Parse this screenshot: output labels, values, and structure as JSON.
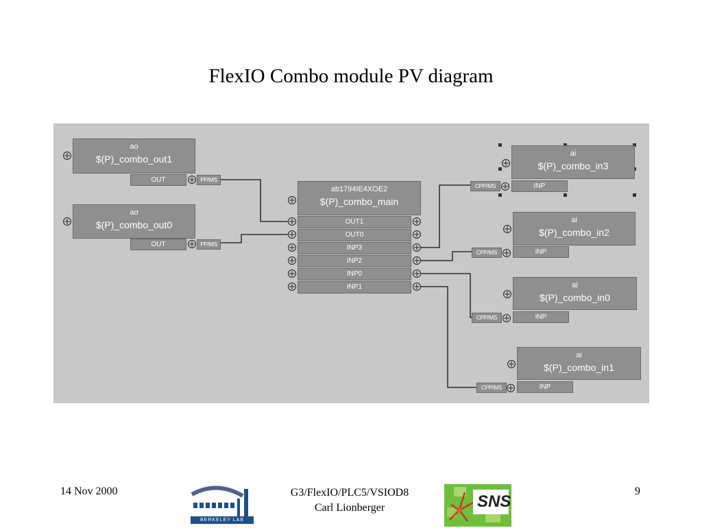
{
  "title": "FlexIO Combo module PV diagram",
  "records": {
    "out1": {
      "type": "ao",
      "name": "$(P)_combo_out1",
      "field": "OUT",
      "link": "PP/MS"
    },
    "out0": {
      "type": "ao",
      "name": "$(P)_combo_out0",
      "field": "OUT",
      "link": "PP/MS"
    },
    "main": {
      "type": "ab1794IE4XOE2",
      "name": "$(P)_combo_main",
      "fields": [
        "OUT1",
        "OUT0",
        "INP3",
        "INP2",
        "INP0",
        "INP1"
      ]
    },
    "in3": {
      "type": "ai",
      "name": "$(P)_combo_in3",
      "field": "INP",
      "link": "CPP/MS"
    },
    "in2": {
      "type": "ai",
      "name": "$(P)_combo_in2",
      "field": "INP",
      "link": "CPP/MS"
    },
    "in0": {
      "type": "ai",
      "name": "$(P)_combo_in0",
      "field": "INP",
      "link": "CPP/MS"
    },
    "in1": {
      "type": "ai",
      "name": "$(P)_combo_in1",
      "field": "INP",
      "link": "CPP/MS"
    }
  },
  "footer": {
    "date": "14 Nov 2000",
    "doc": "G3/FlexIO/PLC5/VSIOD8",
    "author": "Carl Lionberger",
    "page": "9",
    "logo_left_text": "BERKELEY LAB",
    "logo_right_text": "SNS"
  }
}
